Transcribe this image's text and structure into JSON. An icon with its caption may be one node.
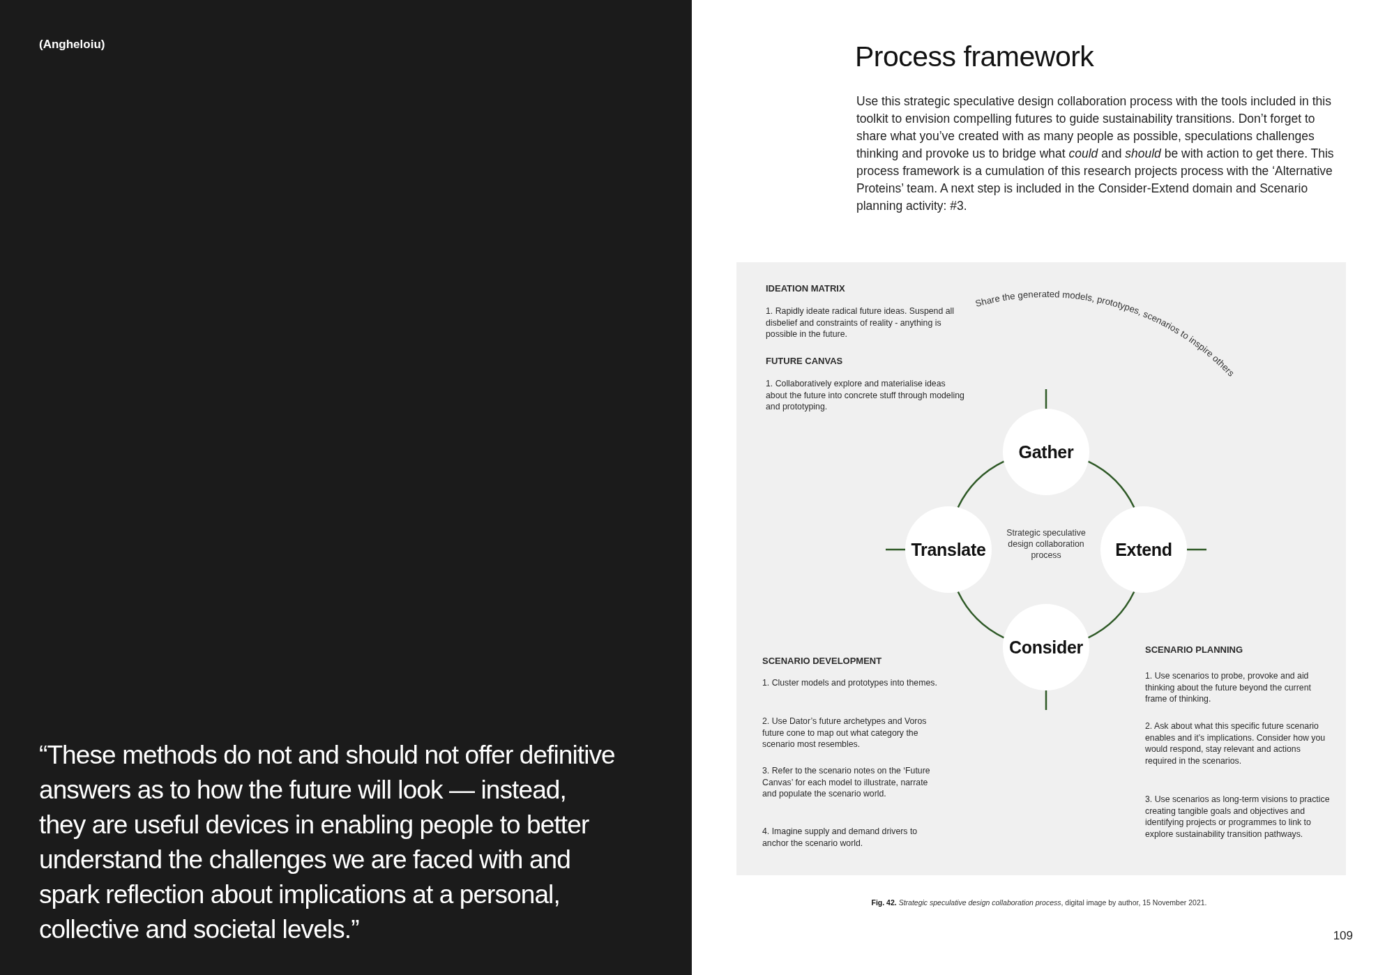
{
  "diagram": {
    "title": "Process framework",
    "caption": "**Fig. 42.** *Strategic speculative design collaboration process*, digital image by author, 15 November 2021.",
    "nodes": [
      {
        "text": [
          "Gather"
        ]
      },
      {
        "text": [
          "Translate"
        ]
      },
      {
        "text": [
          "Extend"
        ]
      },
      {
        "text": [
          "Consider"
        ]
      }
    ],
    "edges": [
      {
        "from": 0,
        "to": 2,
        "arrow": "none"
      },
      {
        "from": 2,
        "to": 3,
        "arrow": "none"
      },
      {
        "from": 3,
        "to": 1,
        "arrow": "none"
      },
      {
        "from": 1,
        "to": 0,
        "arrow": "none"
      },
      {
        "from": 0,
        "to": null,
        "arrow": "none"
      },
      {
        "from": 1,
        "to": null,
        "arrow": "none"
      },
      {
        "from": 2,
        "to": null,
        "arrow": "none"
      },
      {
        "from": 3,
        "to": null,
        "arrow": "none"
      }
    ],
    "labels": [
      "(Angheloiu)",
      "“These methods do not and should not offer definitive answers as to how the future will look — instead, they are useful devices in enabling people to better understand the challenges we are faced with and spark reflection about implications at a personal, collective and societal levels.”",
      "Use this strategic speculative design collaboration process with the tools included in this toolkit to envision compelling futures to guide sustainability transitions. Don’t forget to share what you’ve created with as many people as possible, speculations challenges thinking and provoke us to bridge what *could* and *should* be with action to get there. This process framework is a cumulation of this research projects process with the ‘Alternative Proteins’ team. A next step is included in the Consider-Extend domain and Scenario planning activity: #3.",
      "IDEATION MATRIX",
      "1. Rapidly ideate radical future ideas. Suspend all disbelief and constraints of reality - anything is possible in the future.",
      "FUTURE CANVAS",
      "1. Collaboratively explore and materialise ideas about the future into concrete stuff through modeling and prototyping.",
      "Share the generated models, prototypes, scenarios to inspire others",
      "Strategic speculative design collaboration process",
      "SCENARIO DEVELOPMENT",
      "1. Cluster models and prototypes into themes.",
      "2. Use Dator’s future archetypes and Voros future cone to map out what category the scenario most resembles.",
      "3. Refer to the scenario notes on the ‘Future Canvas’ for each model to illustrate, narrate and populate the scenario world.",
      "4. Imagine supply and demand drivers to anchor the scenario world.",
      "SCENARIO PLANNING",
      "1. Use scenarios to probe, provoke and aid thinking about the future beyond the current frame of thinking.",
      "2. Ask about what this specific future scenario enables and it’s implications. Consider how you would respond, stay relevant and actions required in the scenarios.",
      "3. Use scenarios as long-term visions to practice creating tangible goals and objectives and identifying projects or programmes to link to explore sustainability transition pathways.",
      "109"
    ]
  }
}
